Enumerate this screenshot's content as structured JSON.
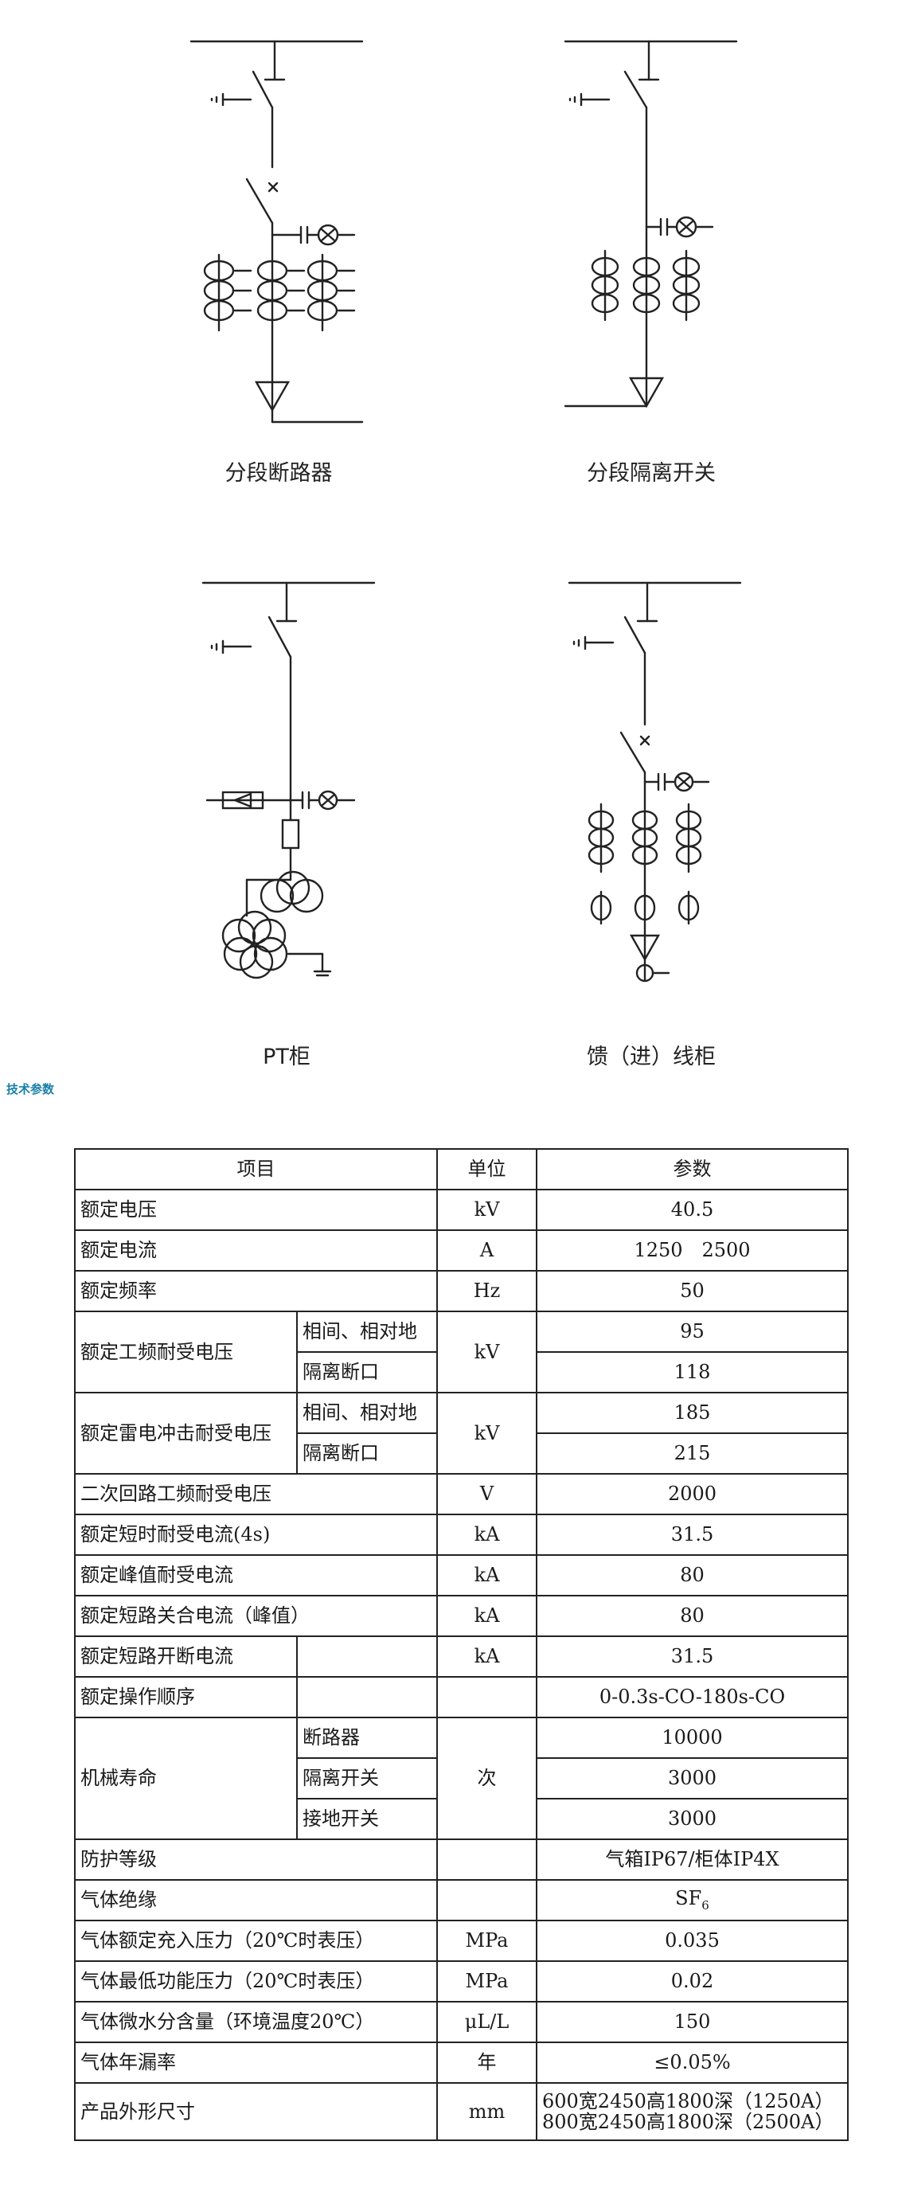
{
  "diagrams": [
    {
      "caption": "分段断路器"
    },
    {
      "caption": "分段隔离开关"
    },
    {
      "caption": "PT柜"
    },
    {
      "caption": "馈（进）线柜"
    }
  ],
  "section_title": "技术参数",
  "table": {
    "headers": {
      "item": "项目",
      "unit": "单位",
      "param": "参数"
    },
    "rows": {
      "r1": {
        "item": "额定电压",
        "unit": "kV",
        "value": "40.5"
      },
      "r2": {
        "item": "额定电流",
        "unit": "A",
        "value": "1250　2500"
      },
      "r3": {
        "item": "额定频率",
        "unit": "Hz",
        "value": "50"
      },
      "r4": {
        "item": "额定工频耐受电压",
        "unit": "kV",
        "sub1": "相间、相对地",
        "val1": "95",
        "sub2": "隔离断口",
        "val2": "118"
      },
      "r5": {
        "item": "额定雷电冲击耐受电压",
        "unit": "kV",
        "sub1": "相间、相对地",
        "val1": "185",
        "sub2": "隔离断口",
        "val2": "215"
      },
      "r6": {
        "item": "二次回路工频耐受电压",
        "unit": "V",
        "value": "2000"
      },
      "r7": {
        "item": "额定短时耐受电流(4s)",
        "unit": "kA",
        "value": "31.5"
      },
      "r8": {
        "item": "额定峰值耐受电流",
        "unit": "kA",
        "value": "80"
      },
      "r9": {
        "item": "额定短路关合电流（峰值）",
        "unit": "kA",
        "value": "80"
      },
      "r10": {
        "item": "额定短路开断电流",
        "unit": "kA",
        "value": "31.5"
      },
      "r11": {
        "item": "额定操作顺序",
        "value": "0-0.3s-CO-180s-CO"
      },
      "r12": {
        "item": "机械寿命",
        "unit": "次",
        "sub1": "断路器",
        "val1": "10000",
        "sub2": "隔离开关",
        "val2": "3000",
        "sub3": "接地开关",
        "val3": "3000"
      },
      "r13": {
        "item": "防护等级",
        "value": "气箱IP67/柜体IP4X"
      },
      "r14": {
        "item": "气体绝缘",
        "value": "SF",
        "value_sub": "6"
      },
      "r15": {
        "item": "气体额定充入压力（20℃时表压）",
        "unit": "MPa",
        "value": "0.035"
      },
      "r16": {
        "item": "气体最低功能压力（20℃时表压）",
        "unit": "MPa",
        "value": "0.02"
      },
      "r17": {
        "item": "气体微水分含量（环境温度20℃）",
        "unit": "μL/L",
        "value": "150"
      },
      "r18": {
        "item": "气体年漏率",
        "unit": "年",
        "value": "≤0.05%"
      },
      "r19": {
        "item": "产品外形尺寸",
        "unit": "mm",
        "value1": "600宽2450高1800深（1250A）",
        "value2": "800宽2450高1800深（2500A）"
      }
    }
  }
}
